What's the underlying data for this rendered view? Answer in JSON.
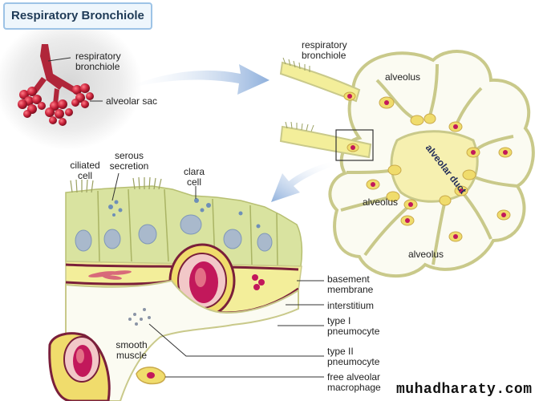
{
  "title": "Respiratory Bronchiole",
  "overview": {
    "respiratory_bronchiole": [
      "respiratory",
      "bronchiole"
    ],
    "alveolar_sac": "alveolar sac"
  },
  "magnified": {
    "respiratory_bronchiole": [
      "respiratory",
      "bronchiole"
    ],
    "alveolus_top": "alveolus",
    "alveolar_duct": "alveolar duct",
    "alveolus_mid": "alveolus",
    "alveolus_bottom": "alveolus"
  },
  "detail": {
    "ciliated_cell": [
      "ciliated",
      "cell"
    ],
    "serous_secretion": [
      "serous",
      "secretion"
    ],
    "clara_cell": [
      "clara",
      "cell"
    ],
    "smooth_muscle": [
      "smooth",
      "muscle"
    ],
    "basement_membrane": [
      "basement",
      "membrane"
    ],
    "interstitium": "interstitium",
    "type_i": [
      "type I",
      "pneumocyte"
    ],
    "type_ii": [
      "type II",
      "pneumocyte"
    ],
    "macrophage": [
      "free alveolar",
      "macrophage"
    ]
  },
  "watermark": "muhadharaty.com",
  "colors": {
    "arrow": "#8fb0dc",
    "wall": "#c9c98a",
    "tissue": "#f3ee9a",
    "cell": "#d9e3a0",
    "nucleus": "#7f98b8",
    "blood": "#c2185b",
    "membrane": "#7a1f3a",
    "alveolar_sac": "#c8223a"
  }
}
